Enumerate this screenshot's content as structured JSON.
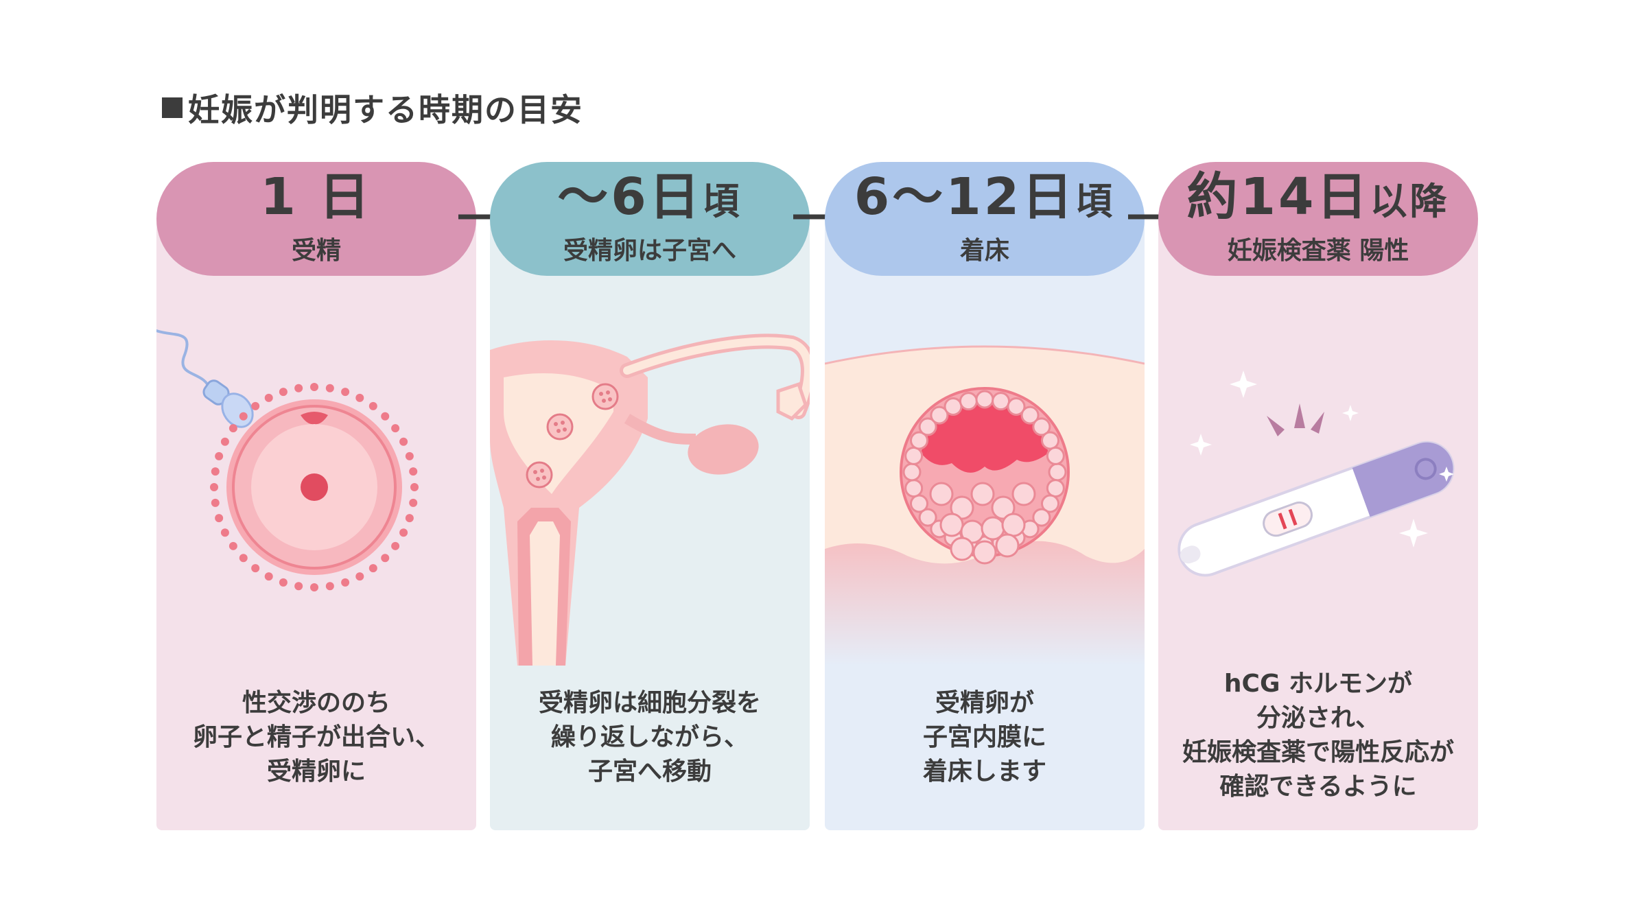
{
  "title": "妊娠が判明する時期の目安",
  "stages": [
    {
      "period_main": "1 日",
      "period_suffix": "",
      "label": "受精",
      "description": [
        "性交渉ののち",
        "卵子と精子が出合い、",
        "受精卵に"
      ],
      "pill_color": "#d995b3",
      "panel_color": "#f4e1ea"
    },
    {
      "period_main": "～6日",
      "period_suffix": "頃",
      "label": "受精卵は子宮へ",
      "description": [
        "受精卵は細胞分裂を",
        "繰り返しながら、",
        "子宮へ移動"
      ],
      "pill_color": "#8cc1cb",
      "panel_color": "#e6eff2"
    },
    {
      "period_main": "6～12日",
      "period_suffix": "頃",
      "label": "着床",
      "description": [
        "受精卵が",
        "子宮内膜に",
        "着床します"
      ],
      "pill_color": "#adc7ec",
      "panel_color": "#e5edf8"
    },
    {
      "period_main": "約14日",
      "period_suffix": "以降",
      "label": "妊娠検査薬 陽性",
      "description": [
        "hCG ホルモンが",
        "分泌され、",
        "妊娠検査薬で陽性反応が",
        "確認できるように"
      ],
      "pill_color": "#d995b3",
      "panel_color": "#f4e1ea"
    }
  ],
  "icons": [
    "egg-and-sperm-icon",
    "uterus-icon",
    "implantation-icon",
    "pregnancy-test-icon",
    "arrow-right-icon"
  ]
}
